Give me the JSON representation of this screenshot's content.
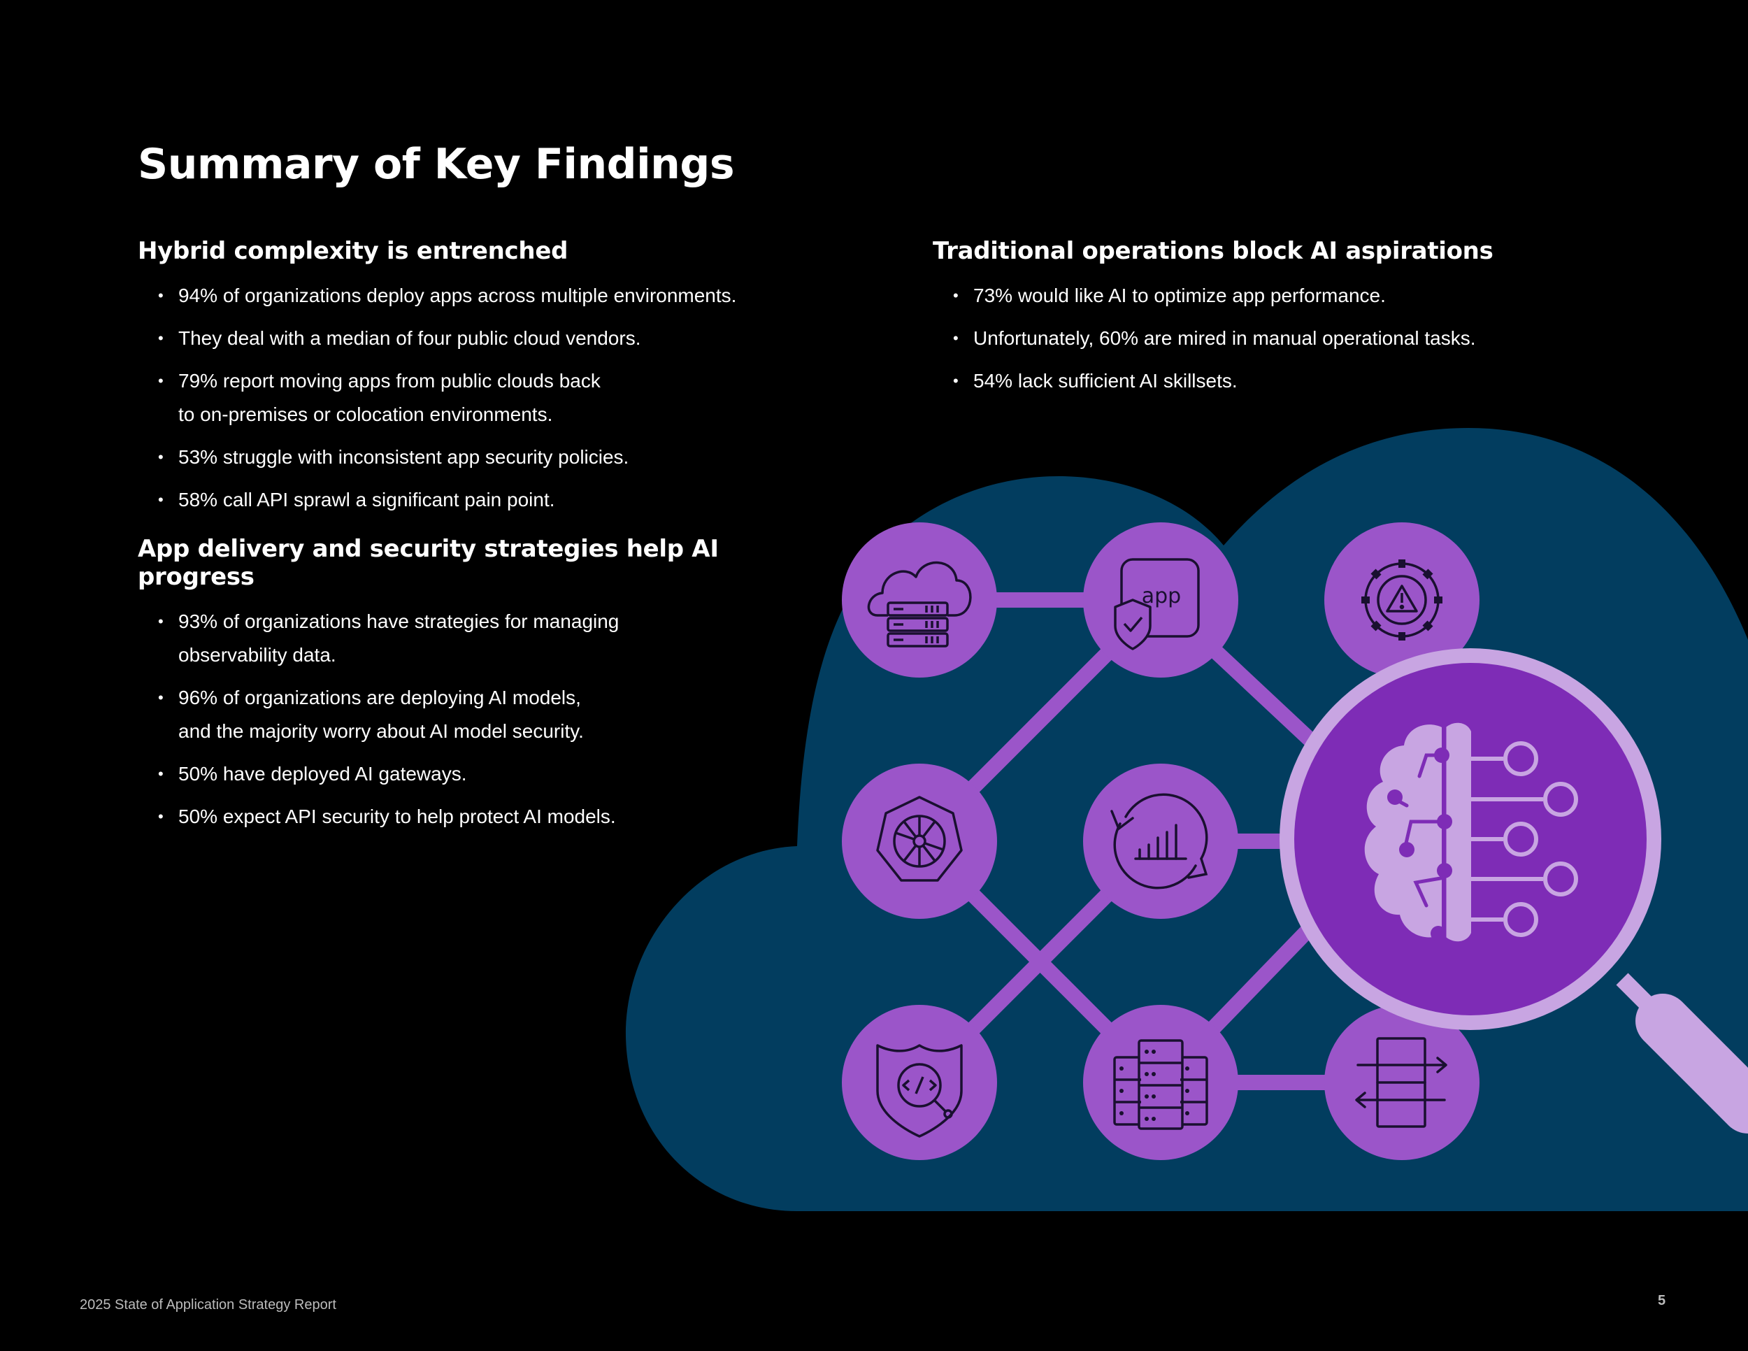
{
  "title": "Summary of Key Findings",
  "sections": [
    {
      "heading": "Hybrid complexity is entrenched",
      "items": [
        [
          "94% of organizations deploy apps across multiple environments."
        ],
        [
          "They deal with a median of four public cloud vendors."
        ],
        [
          "79% report moving apps from public clouds back",
          "to on-premises or colocation environments."
        ],
        [
          "53% struggle with inconsistent app security policies."
        ],
        [
          "58% call API sprawl a significant pain point."
        ]
      ]
    },
    {
      "heading": "App delivery and security strategies help AI progress",
      "items": [
        [
          "93% of organizations have strategies for managing",
          "observability data."
        ],
        [
          "96% of organizations are deploying AI models,",
          "and the majority worry about AI model security."
        ],
        [
          "50% have deployed AI gateways."
        ],
        [
          "50% expect API security to help protect AI models."
        ]
      ]
    },
    {
      "heading": "Traditional operations block AI aspirations",
      "items": [
        [
          "73% would like AI to optimize app performance."
        ],
        [
          "Unfortunately, 60% are mired in manual operational tasks."
        ],
        [
          "54% lack sufficient AI skillsets."
        ]
      ]
    }
  ],
  "illustration": {
    "app_icon_label": "app",
    "icons": [
      "cloud-server-icon",
      "app-security-icon",
      "gear-warning-icon",
      "kubernetes-icon",
      "refresh-chart-icon",
      "brain-circuit-icon",
      "code-shield-icon",
      "server-rack-icon",
      "data-transfer-icon",
      "magnifying-glass-icon"
    ]
  },
  "footer": {
    "report_name": "2025 State of Application Strategy Report",
    "page_number": "5"
  },
  "colors": {
    "background": "#000000",
    "cloud": "#023d5f",
    "node": "#9b55c9",
    "connector": "#9b55c9",
    "lens": "#7e2cb6",
    "lens_ring": "#c8a5e2",
    "icon_stroke": "#1a1030"
  }
}
